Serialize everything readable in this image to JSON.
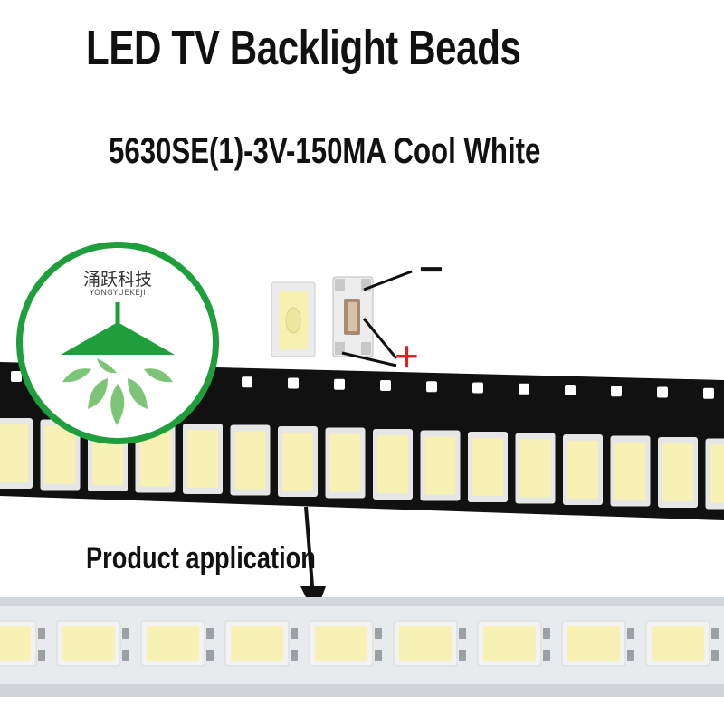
{
  "title": "LED TV Backlight Beads",
  "subtitle": "5630SE(1)-3V-150MA  Cool White",
  "labels": {
    "minus": "−",
    "plus": "+",
    "application": "Product application"
  },
  "logo": {
    "chinese": "涌跃科技",
    "english": "YONGYUEKEJI",
    "icon": "lamp-with-leaves-icon"
  },
  "colors": {
    "logo_green": "#1e9f3c",
    "led_yellow": "#f7f2b4",
    "plus_red": "#e02020"
  }
}
